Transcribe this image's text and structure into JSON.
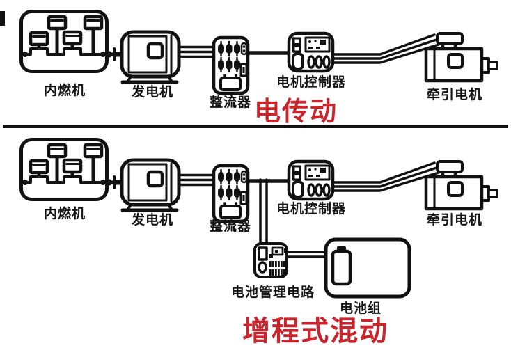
{
  "colors": {
    "ink": "#111111",
    "accent_red": "#c8252c",
    "background": "#ffffff"
  },
  "top_diagram": {
    "title": "电传动",
    "engine": "内燃机",
    "generator": "发电机",
    "rectifier": "整流器",
    "controller": "电机控制器",
    "motor": "牵引电机"
  },
  "bottom_diagram": {
    "title": "增程式混动",
    "engine": "内燃机",
    "generator": "发电机",
    "rectifier": "整流器",
    "controller": "电机控制器",
    "motor": "牵引电机",
    "bms": "电池管理电路",
    "battery": "电池组"
  }
}
